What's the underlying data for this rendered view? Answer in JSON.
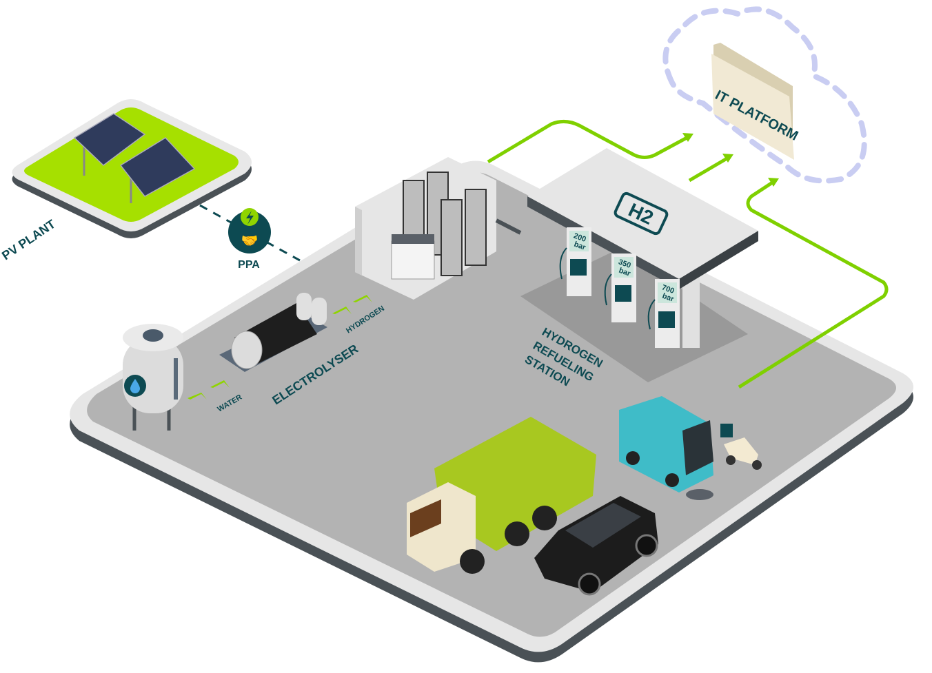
{
  "labels": {
    "pv_plant": "PV PLANT",
    "ppa": "PPA",
    "water": "WATER",
    "electrolyser": "ELECTROLYSER",
    "hydrogen": "HYDROGEN",
    "station_line1": "HYDROGEN",
    "station_line2": "REFUELING",
    "station_line3": "STATION",
    "it_platform": "IT PLATFORM",
    "canopy_logo": "H2"
  },
  "dispensers": [
    {
      "pressure": "200",
      "unit": "bar"
    },
    {
      "pressure": "350",
      "unit": "bar"
    },
    {
      "pressure": "700",
      "unit": "bar"
    }
  ],
  "colors": {
    "accent_green": "#8fd400",
    "dark_teal": "#0d4a52",
    "ground": "#b3b3b3",
    "cloud": "#c9cdf2"
  }
}
